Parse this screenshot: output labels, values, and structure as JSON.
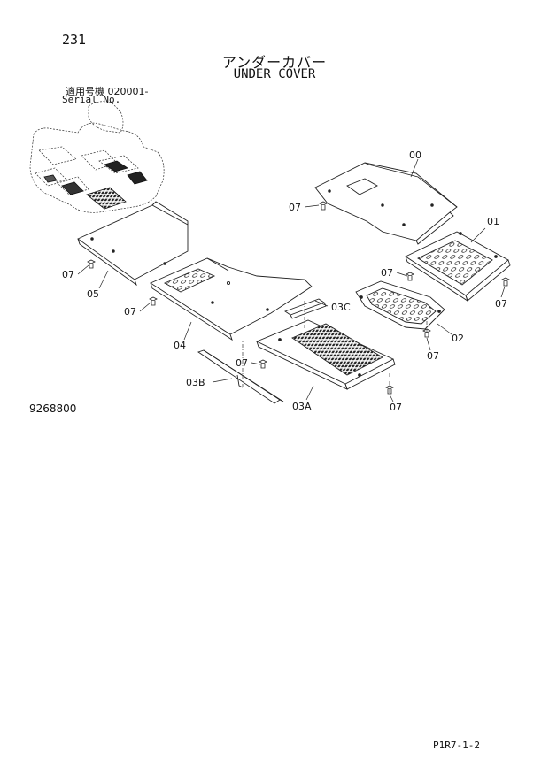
{
  "header": {
    "page_number": "231",
    "title_jp": "アンダーカバー",
    "title_en": "UNDER COVER",
    "serial_label_jp": "適用号機 020001-",
    "serial_label_en": "Serial No."
  },
  "drawing_number": "9268800",
  "footer_code": "P1R7-1-2",
  "callouts": {
    "c00": "00",
    "c01": "01",
    "c02": "02",
    "c03a": "03A",
    "c03b": "03B",
    "c03c": "03C",
    "c04": "04",
    "c05": "05",
    "c07a": "07",
    "c07b": "07",
    "c07c": "07",
    "c07d": "07",
    "c07e": "07",
    "c07f": "07",
    "c07g": "07",
    "c07h": "07"
  }
}
